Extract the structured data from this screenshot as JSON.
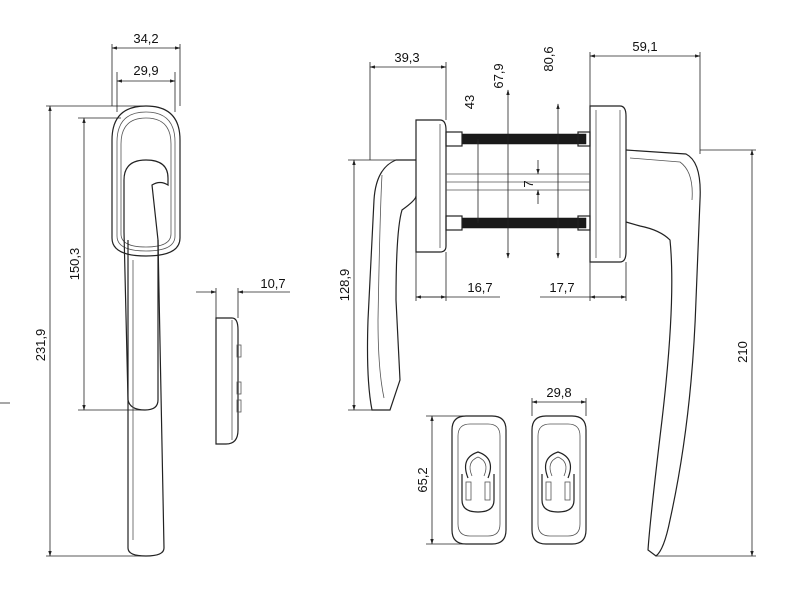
{
  "dimensions": {
    "front_width_outer": "34,2",
    "front_width_inner": "29,9",
    "front_total_height": "231,9",
    "front_rose_height": "150,3",
    "side_depth": "10,7",
    "mech_offset_left": "39,3",
    "mech_spindle_43": "43",
    "mech_spindle_679": "67,9",
    "mech_spindle_806": "80,6",
    "mech_offset_right": "59,1",
    "mech_square": "7",
    "mech_rose_left": "16,7",
    "mech_rose_right": "17,7",
    "mech_handle_height": "128,9",
    "mech_total_height": "210",
    "key_width": "29,8",
    "key_height": "65,2"
  }
}
